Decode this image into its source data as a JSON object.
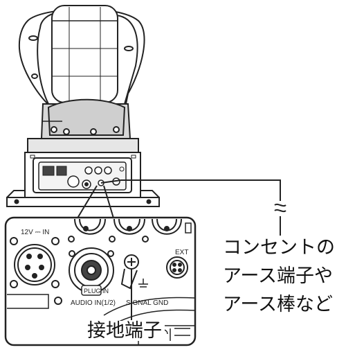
{
  "callout_label": "接地端子",
  "connection_note": {
    "line1": "コンセントの",
    "line2": "アース端子や",
    "line3": "アース棒など"
  },
  "panel_labels": {
    "power_in": "12V ⎓ IN",
    "ext": "EXT",
    "signal_gnd": "SIGNAL GND",
    "audio_in": "AUDIO IN(1/2)",
    "plug_in_power": "PLUG IN"
  }
}
